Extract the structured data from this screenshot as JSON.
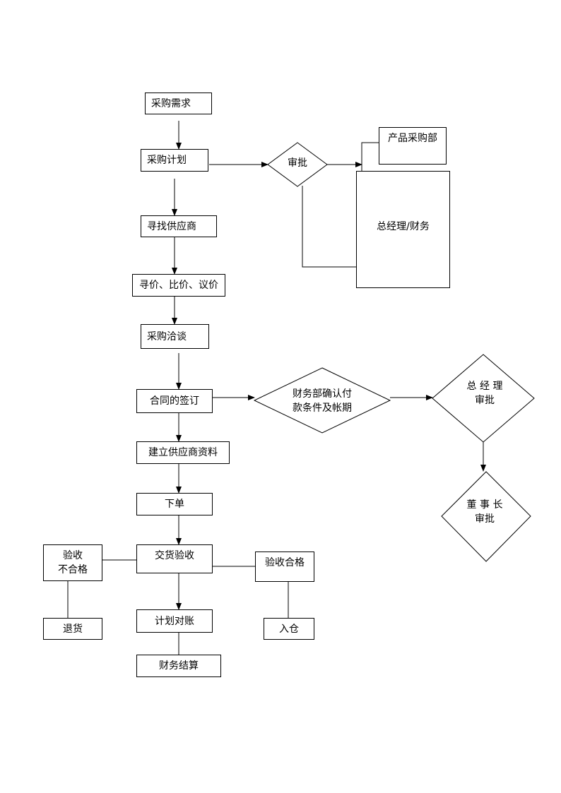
{
  "nodes": {
    "purchase_demand": "采购需求",
    "purchase_plan": "采购计划",
    "approve": "审批",
    "product_purchase_dept": "产品采购部",
    "gm_finance": "总经理/财务",
    "find_supplier": "寻找供应商",
    "price_compare": "寻价、比价、议价",
    "purchase_negotiation": "采购洽谈",
    "contract_signing": "合同的签订",
    "finance_confirm": "财务部确认付\n款条件及帐期",
    "gm_approve": "总 经 理\n审批",
    "chairman_approve": "董 事 长\n审批",
    "create_supplier_file": "建立供应商资料",
    "place_order": "下单",
    "delivery_inspection": "交货验收",
    "inspection_fail": "验收\n不合格",
    "inspection_pass": "验收合格",
    "return_goods": "退货",
    "warehousing": "入仓",
    "plan_reconcile": "计划对账",
    "finance_settlement": "财务结算"
  }
}
